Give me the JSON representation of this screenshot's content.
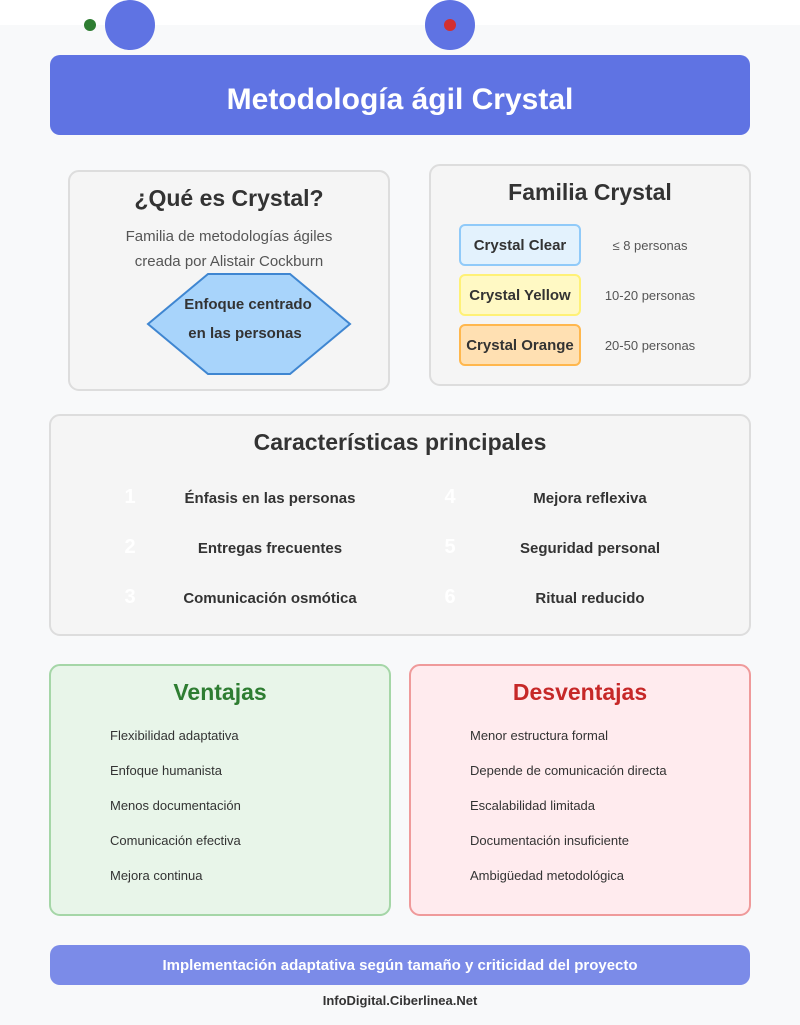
{
  "colors": {
    "primary": "#5f73e3",
    "banner": "#7b8be8",
    "advantages_title": "#2e7d32",
    "disadvantages_title": "#c62828",
    "green_dot": "#2e7d32",
    "red_dot": "#d32f2f"
  },
  "title": "Metodología ágil Crystal",
  "what_is": {
    "heading": "¿Qué es Crystal?",
    "line1": "Familia de metodologías ágiles",
    "line2": "creada por Alistair Cockburn",
    "hexagon_line1": "Enfoque centrado",
    "hexagon_line2": "en las personas"
  },
  "family": {
    "heading": "Familia Crystal",
    "items": [
      {
        "name": "Crystal Clear",
        "size": "≤ 8 personas",
        "fill": "#e3f2fd",
        "stroke": "#90caf9"
      },
      {
        "name": "Crystal Yellow",
        "size": "10-20 personas",
        "fill": "#fff9c4",
        "stroke": "#fff176"
      },
      {
        "name": "Crystal Orange",
        "size": "20-50 personas",
        "fill": "#ffe0b2",
        "stroke": "#ffb74d"
      }
    ]
  },
  "features": {
    "heading": "Características principales",
    "items": [
      {
        "num": "1",
        "label": "Énfasis en las personas"
      },
      {
        "num": "2",
        "label": "Entregas frecuentes"
      },
      {
        "num": "3",
        "label": "Comunicación osmótica"
      },
      {
        "num": "4",
        "label": "Mejora reflexiva"
      },
      {
        "num": "5",
        "label": "Seguridad personal"
      },
      {
        "num": "6",
        "label": "Ritual reducido"
      }
    ]
  },
  "advantages": {
    "heading": "Ventajas",
    "items": [
      "Flexibilidad adaptativa",
      "Enfoque humanista",
      "Menos documentación",
      "Comunicación efectiva",
      "Mejora continua"
    ]
  },
  "disadvantages": {
    "heading": "Desventajas",
    "items": [
      "Menor estructura formal",
      "Depende de comunicación directa",
      "Escalabilidad limitada",
      "Documentación insuficiente",
      "Ambigüedad metodológica"
    ]
  },
  "banner": "Implementación adaptativa según tamaño y criticidad del proyecto",
  "footer": "InfoDigital.Ciberlinea.Net"
}
